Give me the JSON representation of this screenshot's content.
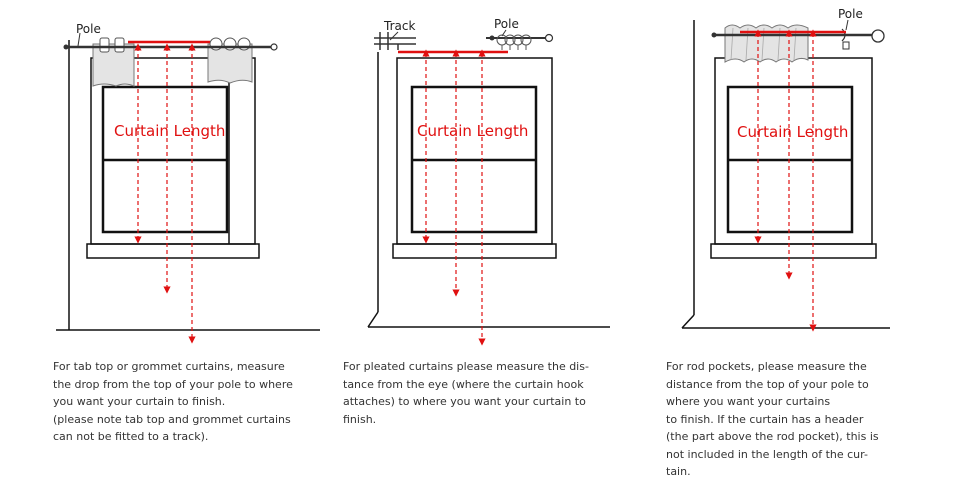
{
  "panels": [
    {
      "labels": {
        "pole": "Pole"
      },
      "measure_label": "Curtain Length",
      "caption_lines": [
        "For tab top or grommet curtains, measure",
        "the drop from the top of your pole to where",
        "you want your curtain to finish.",
        "(please note tab top and grommet curtains",
        "can not be fitted to a track)."
      ]
    },
    {
      "labels": {
        "track": "Track",
        "pole": "Pole"
      },
      "measure_label": "Curtain Length",
      "caption_lines": [
        "For pleated curtains please measure the dis-",
        "tance from the eye (where the curtain hook",
        "attaches) to where you want your curtain to",
        "finish."
      ]
    },
    {
      "labels": {
        "pole": "Pole"
      },
      "measure_label": "Curtain Length",
      "caption_lines": [
        "For rod pockets, please measure the",
        "distance from the top of your pole to",
        "where you want your curtains",
        "to finish. If the curtain has a header",
        "(the part above the rod pocket), this is",
        "not included in the length of the cur-",
        "tain."
      ]
    }
  ],
  "colors": {
    "measure": "#e01010",
    "line": "#111111",
    "curtain": "#e4e4e4"
  }
}
